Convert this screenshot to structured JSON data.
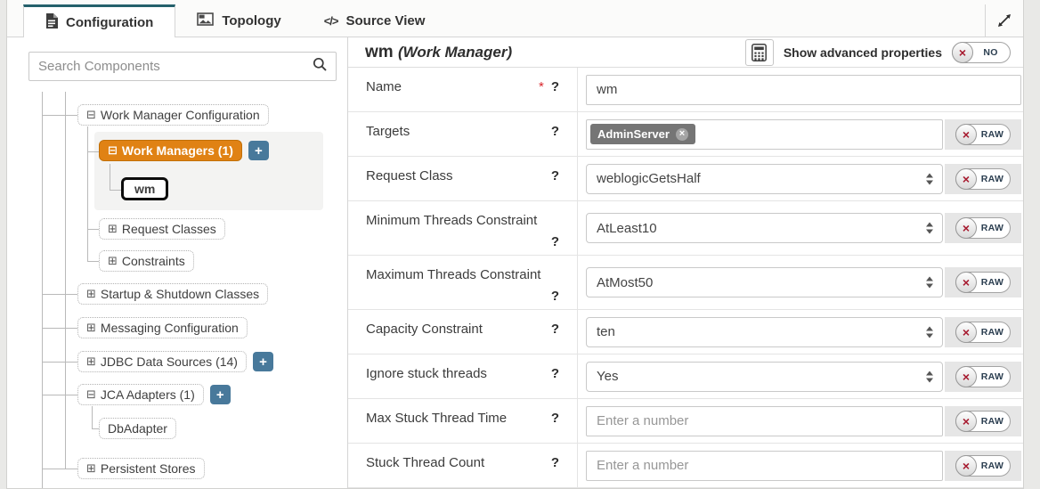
{
  "tabs": {
    "configuration": "Configuration",
    "topology": "Topology",
    "source_view": "Source View",
    "code_glyph": "</>"
  },
  "sidebar": {
    "search_placeholder": "Search Components",
    "glyphs": {
      "collapse": "⊟",
      "expand": "⊞",
      "add": "+"
    },
    "tree": {
      "work_manager_configuration": "Work Manager Configuration",
      "work_managers": "Work Managers (1)",
      "wm": "wm",
      "request_classes": "Request Classes",
      "constraints": "Constraints",
      "startup_shutdown": "Startup & Shutdown Classes",
      "messaging": "Messaging Configuration",
      "jdbc": "JDBC Data Sources (14)",
      "jca": "JCA Adapters (1)",
      "dbadapter": "DbAdapter",
      "persistent_stores": "Persistent Stores"
    }
  },
  "header": {
    "title": "wm",
    "subtitle": "(Work Manager)",
    "advanced_label": "Show advanced properties",
    "advanced_toggle": "NO"
  },
  "form": {
    "raw_label": "RAW",
    "x_glyph": "×",
    "chip_x_glyph": "×",
    "help_glyph": "?",
    "required_glyph": "*",
    "rows": [
      {
        "label": "Name",
        "required": true,
        "control": "text",
        "value": "wm",
        "raw": false
      },
      {
        "label": "Targets",
        "control": "chips",
        "chips": [
          "AdminServer"
        ],
        "raw": true
      },
      {
        "label": "Request Class",
        "control": "select",
        "value": "weblogicGetsHalf",
        "raw": true
      },
      {
        "label": "Minimum Threads Constraint",
        "control": "select",
        "value": "AtLeast10",
        "raw": true,
        "help_below": true,
        "tall": true
      },
      {
        "label": "Maximum Threads Constraint",
        "control": "select",
        "value": "AtMost50",
        "raw": true,
        "help_below": true,
        "tall": true
      },
      {
        "label": "Capacity Constraint",
        "control": "select",
        "value": "ten",
        "raw": true
      },
      {
        "label": "Ignore stuck threads",
        "control": "select",
        "value": "Yes",
        "raw": true
      },
      {
        "label": "Max Stuck Thread Time",
        "control": "number",
        "placeholder": "Enter a number",
        "raw": true
      },
      {
        "label": "Stuck Thread Count",
        "control": "number",
        "placeholder": "Enter a number",
        "raw": true
      }
    ]
  },
  "colors": {
    "accent_orange": "#E08214",
    "tab_accent_teal": "#24606B",
    "add_button_blue": "#48799B",
    "toggle_x_red": "#A6192E",
    "chip_gray": "#757575"
  }
}
